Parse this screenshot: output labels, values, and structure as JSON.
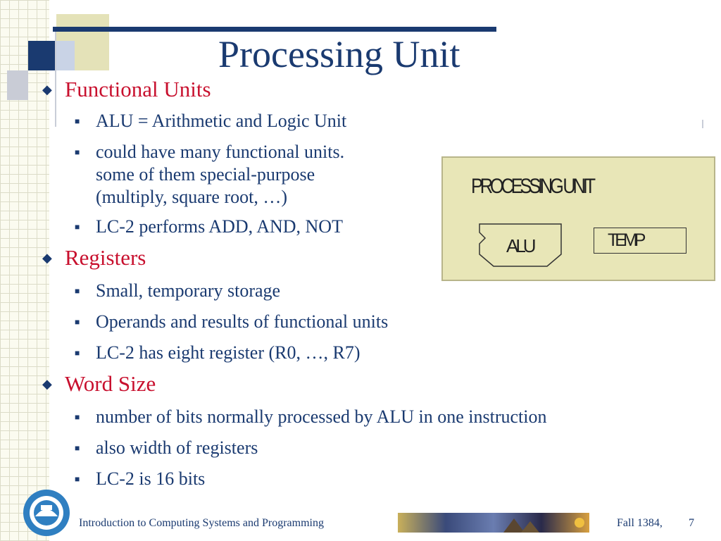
{
  "slide": {
    "title": "Processing Unit",
    "sections": [
      {
        "heading": "Functional Units",
        "items": [
          [
            "ALU = Arithmetic and Logic Unit"
          ],
          [
            "could have many functional units.",
            "some of them special-purpose",
            "(multiply, square root, …)"
          ],
          [
            "LC-2 performs ADD, AND, NOT"
          ]
        ]
      },
      {
        "heading": "Registers",
        "items": [
          [
            "Small, temporary storage"
          ],
          [
            "Operands and results of functional units"
          ],
          [
            "LC-2 has eight register (R0, …, R7)"
          ]
        ]
      },
      {
        "heading": "Word Size",
        "items": [
          [
            "number of bits normally processed by ALU in one instruction"
          ],
          [
            "also width of registers"
          ],
          [
            "LC-2 is 16 bits"
          ]
        ]
      }
    ]
  },
  "figure": {
    "title": "PROCESSING UNIT",
    "alu_label": "ALU",
    "temp_label": "TEMP"
  },
  "footer": {
    "course": "Introduction to Computing Systems and Programming",
    "term": "Fall 1384,",
    "page": "7"
  },
  "colors": {
    "title": "#1a3a70",
    "heading": "#c8102e",
    "body": "#1a3a70",
    "figure_bg": "#e8e6b7"
  }
}
